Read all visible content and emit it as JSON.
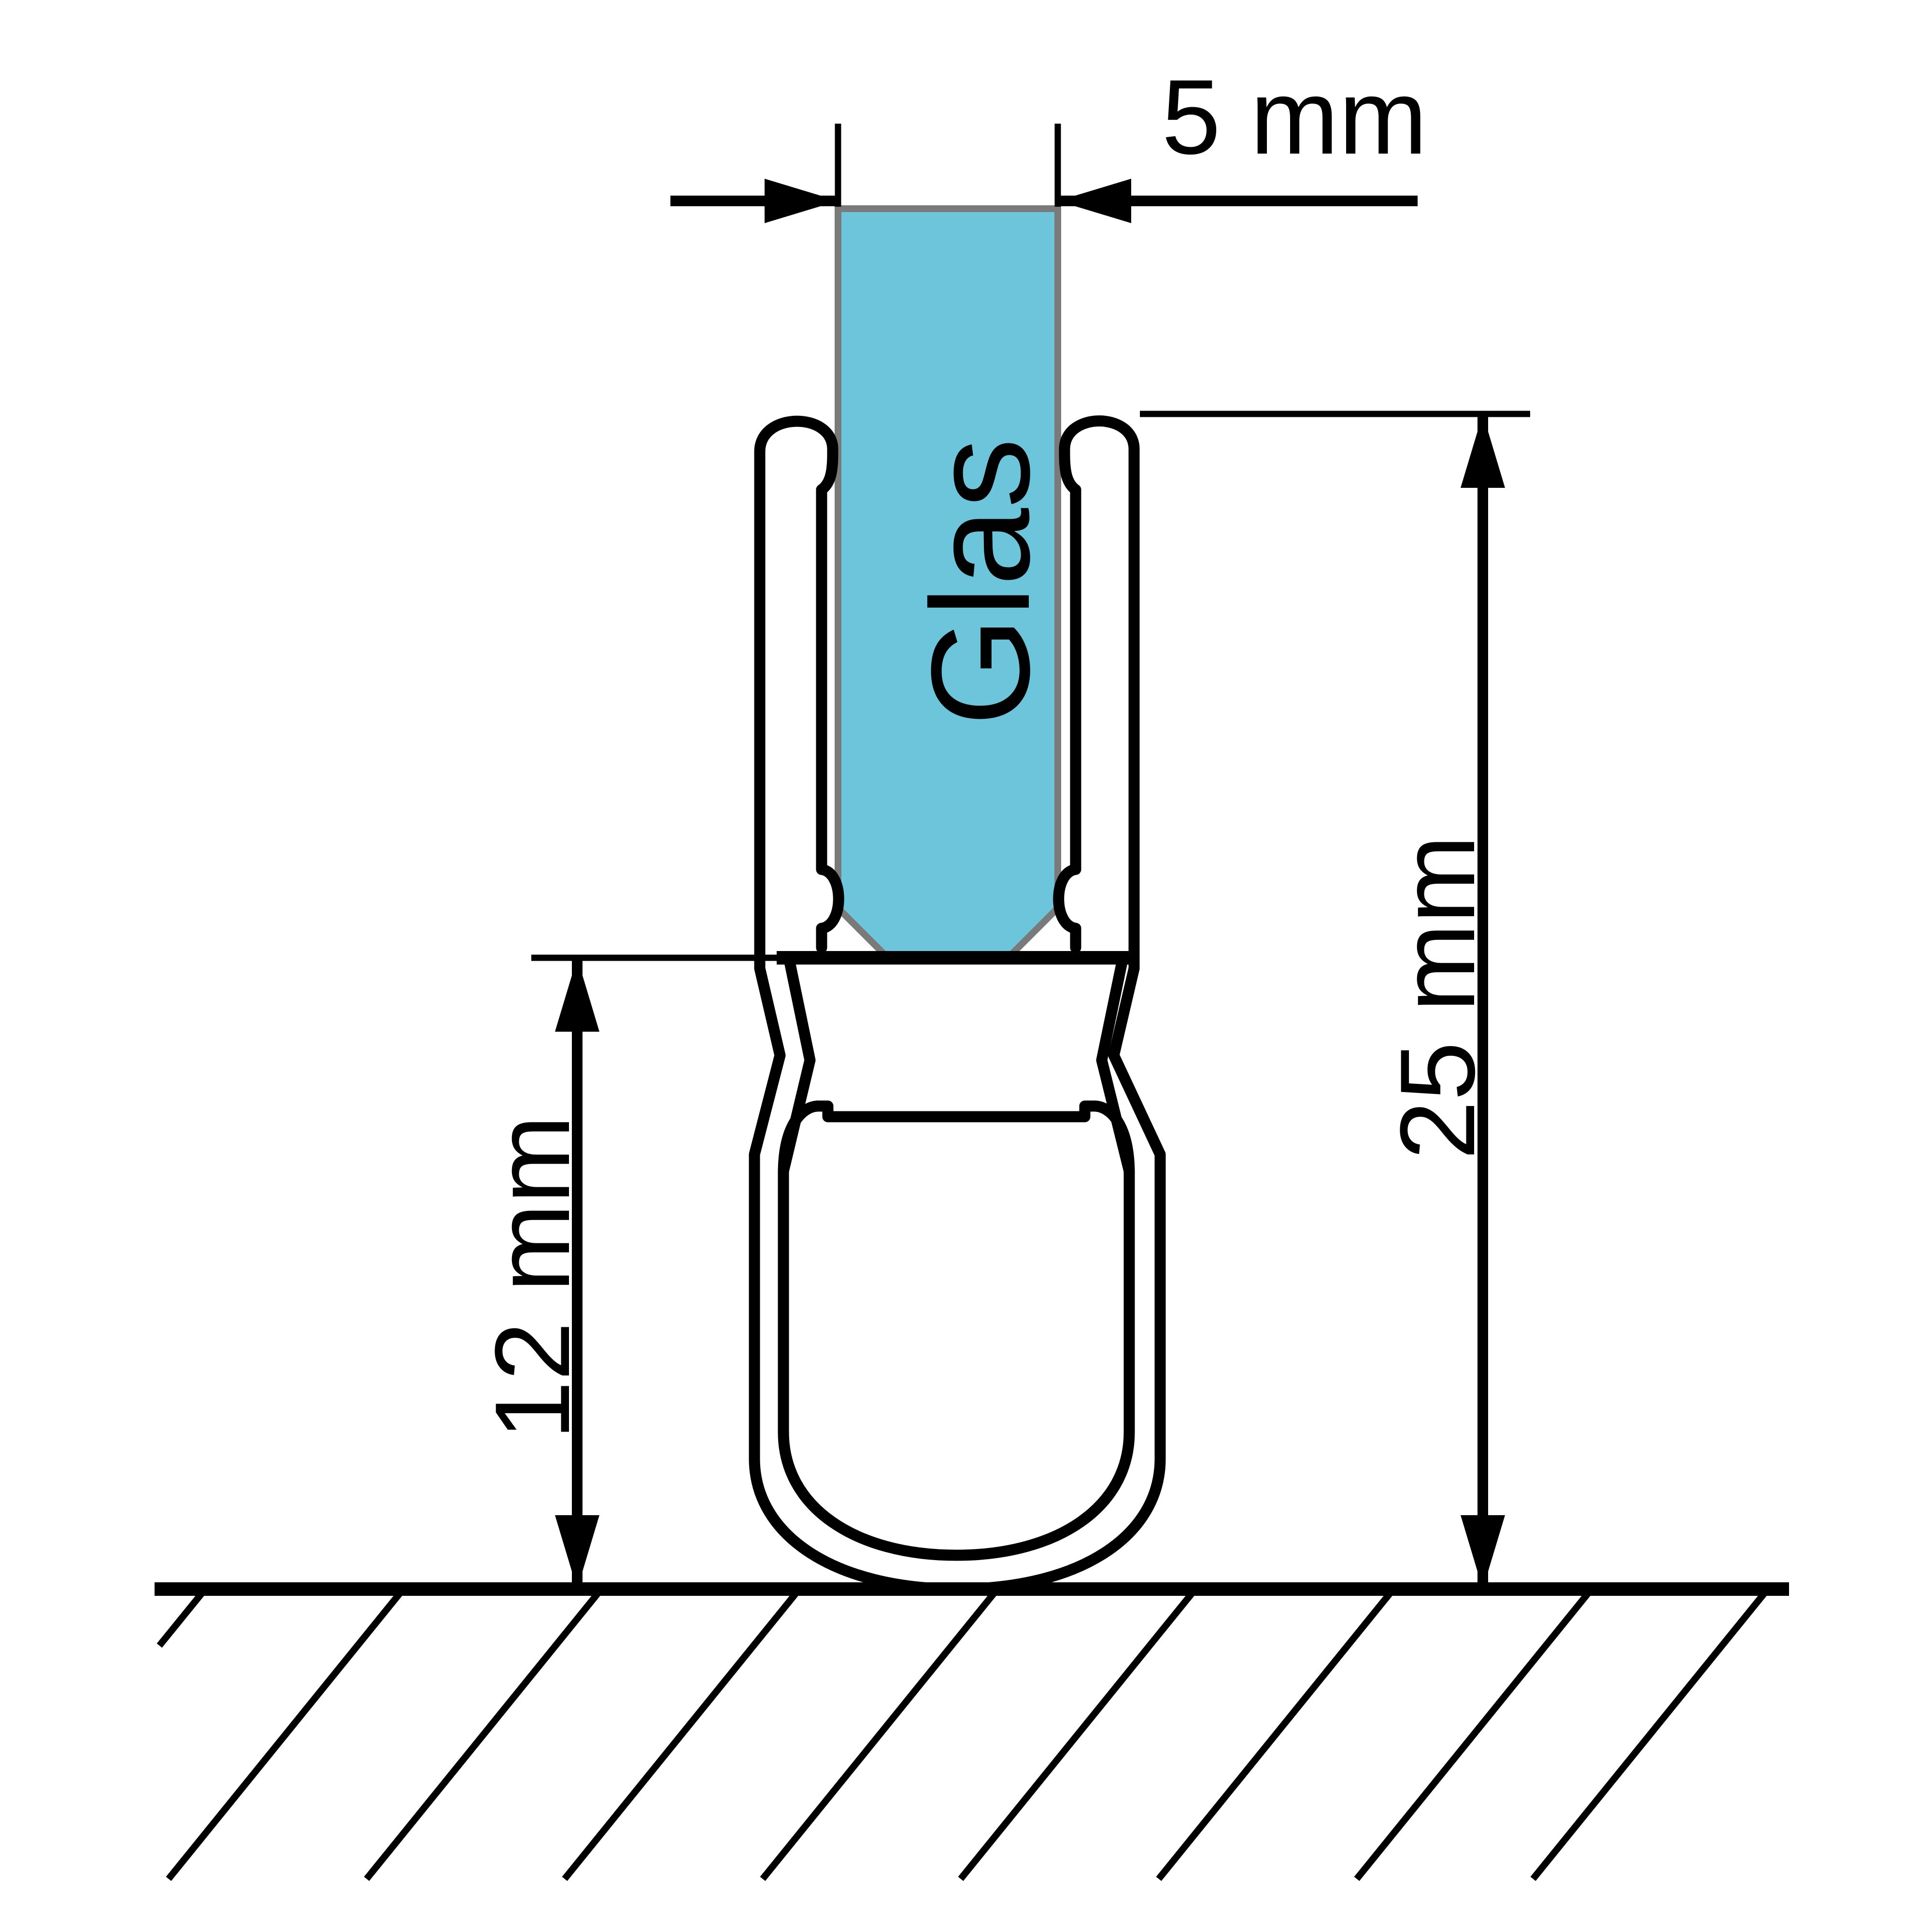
{
  "diagram": {
    "type": "technical-cross-section-drawing",
    "glass": {
      "label": "Glas",
      "fill_color": "#6CC5DA",
      "border_color": "#7A7A7A"
    },
    "line_color": "#000000",
    "background_color": "#FFFFFF",
    "dimensions": {
      "glass_thickness": {
        "label": "5 mm",
        "value": 5,
        "unit": "mm",
        "orientation": "horizontal",
        "measures": "glass pane thickness"
      },
      "total_height": {
        "label": "25 mm",
        "value": 25,
        "unit": "mm",
        "orientation": "vertical",
        "measures": "overall seal profile height"
      },
      "bubble_height": {
        "label": "12 mm",
        "value": 12,
        "unit": "mm",
        "orientation": "vertical",
        "measures": "bubble section height from floor"
      }
    }
  }
}
